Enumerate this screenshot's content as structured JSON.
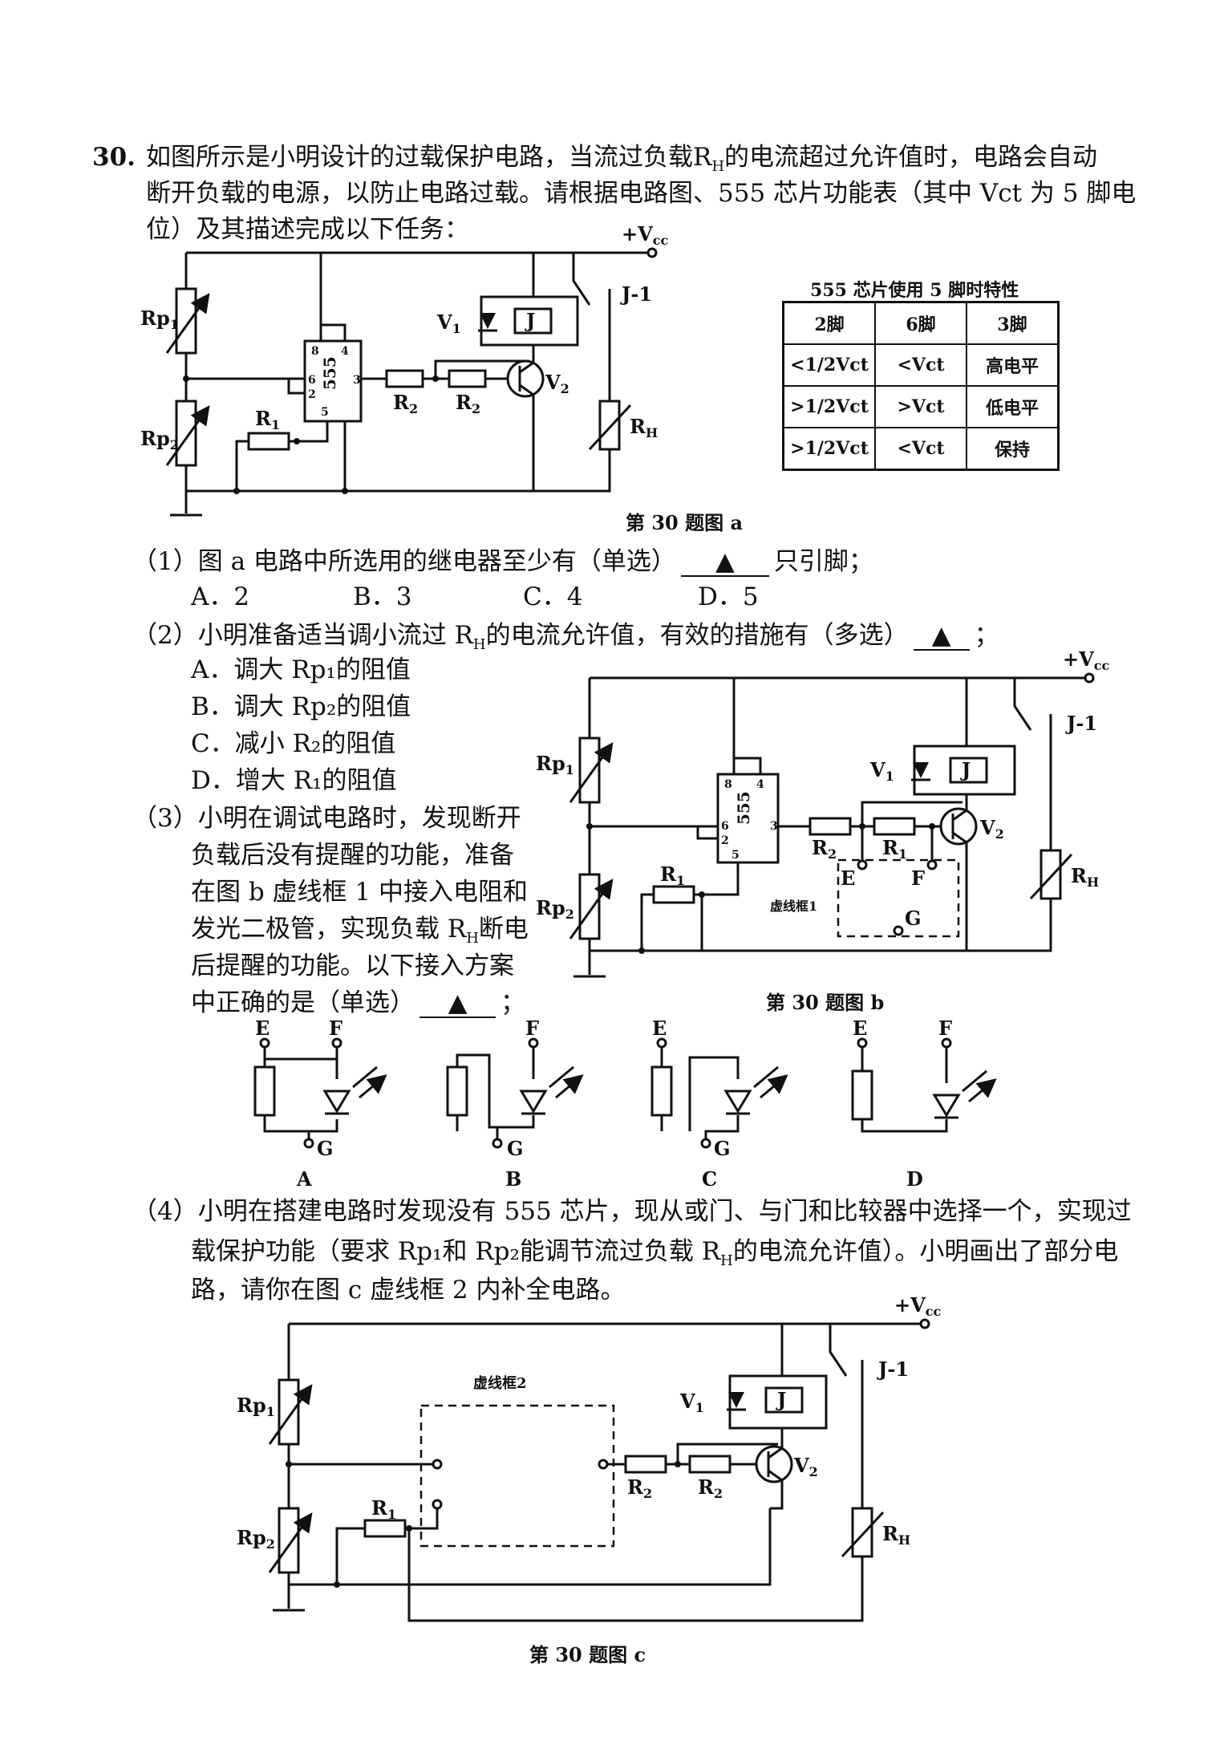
{
  "question": {
    "number": "30.",
    "line1": "如图所示是小明设计的过载保护电路，当流过负载R",
    "line1_sub": "H",
    "line1_end": "的电流超过允许值时，电路会自动",
    "line2": "断开负载的电源，以防止电路过载。请根据电路图、555 芯片功能表（其中 Vct 为 5 脚电",
    "line3": "位）及其描述完成以下任务："
  },
  "labels": {
    "vcc": "+V",
    "vcc_sub": "cc",
    "rp": "Rp",
    "sub1": "1",
    "sub2": "2",
    "r1": "R",
    "r2": "R",
    "r3": "R",
    "rh": "R",
    "rh_sub": "H",
    "v1": "V",
    "v2": "V",
    "j": "J",
    "j1": "J-1",
    "chip": "555",
    "pin8": "8",
    "pin4": "4",
    "pin6": "6",
    "pin2": "2",
    "pin3": "3",
    "pin5": "5",
    "e": "E",
    "f": "F",
    "g": "G",
    "box1": "虚线框1",
    "box2": "虚线框2"
  },
  "table": {
    "title": "555 芯片使用 5 脚时特性",
    "headers": [
      "2脚",
      "6脚",
      "3脚"
    ],
    "rows": [
      [
        "<1/2Vct",
        "<Vct",
        "高电平"
      ],
      [
        ">1/2Vct",
        ">Vct",
        "低电平"
      ],
      [
        ">1/2Vct",
        "<Vct",
        "保持"
      ]
    ]
  },
  "captions": {
    "fig_a": "第 30 题图 a",
    "fig_b": "第 30 题图 b",
    "fig_c": "第 30 题图 c"
  },
  "q1": {
    "stem": "（1）图 a 电路中所选用的继电器至少有（单选）",
    "blank": "▲",
    "after": "只引脚；",
    "options": [
      "A．2",
      "B．3",
      "C．4",
      "D．5"
    ]
  },
  "q2": {
    "stem": "（2）小明准备适当调小流过 R",
    "stem_sub": "H",
    "stem_end": "的电流允许值，有效的措施有（多选）",
    "blank": "▲",
    "after": "；",
    "options": [
      "A．调大 Rp₁的阻值",
      "B．调大 Rp₂的阻值",
      "C．减小 R₂的阻值",
      "D．增大 R₁的阻值"
    ]
  },
  "q3": {
    "lines": [
      "（3）小明在调试电路时，发现断开",
      "负载后没有提醒的功能，准备",
      "在图 b 虚线框 1 中接入电阻和",
      "发光二极管，实现负载 R",
      "后提醒的功能。以下接入方案",
      "中正确的是（单选）"
    ],
    "line4_sub": "H",
    "line4_end": "断电",
    "blank": "▲",
    "after": "；",
    "options": [
      "A",
      "B",
      "C",
      "D"
    ]
  },
  "q4": {
    "line1": "（4）小明在搭建电路时发现没有 555 芯片，现从或门、与门和比较器中选择一个，实现过",
    "line2": "载保护功能（要求 Rp₁和 Rp₂能调节流过负载 R",
    "line2_sub": "H",
    "line2_end": "的电流允许值）。小明画出了部分电",
    "line3": "路，请你在图 c 虚线框 2 内补全电路。"
  }
}
